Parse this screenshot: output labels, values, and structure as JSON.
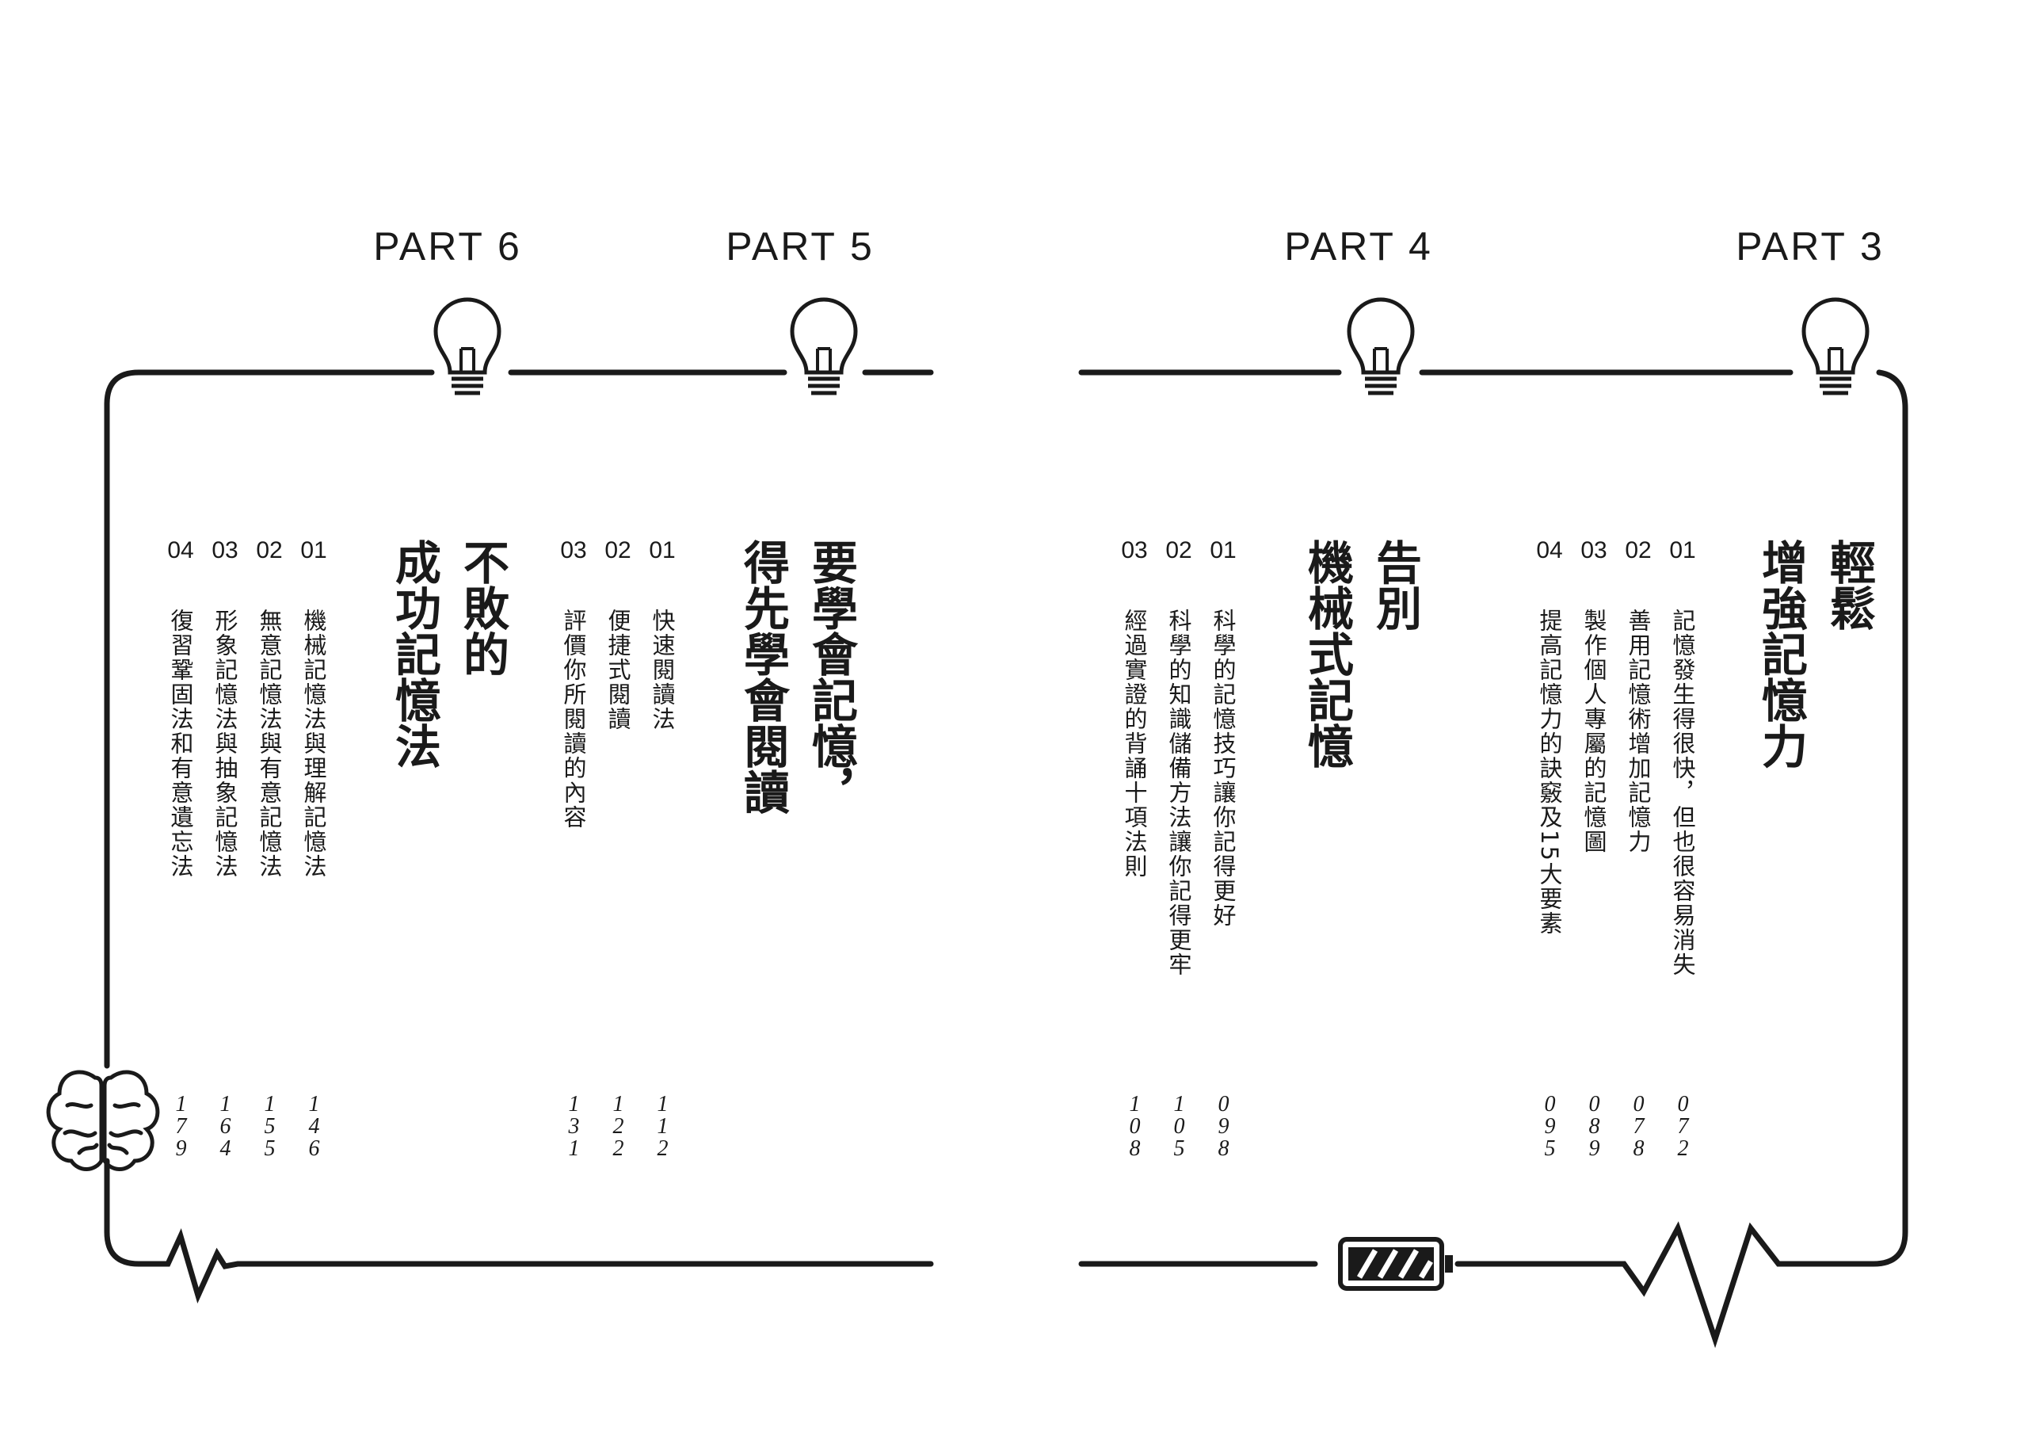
{
  "parts": [
    {
      "label": "PART 3",
      "title": "輕鬆\n增強記憶力",
      "chapters": [
        {
          "num": "01",
          "title": "記憶發生得很快，但也很容易消失",
          "page": "072"
        },
        {
          "num": "02",
          "title": "善用記憶術增加記憶力",
          "page": "078"
        },
        {
          "num": "03",
          "title": "製作個人專屬的記憶圖",
          "page": "089"
        },
        {
          "num": "04",
          "title": "提高記憶力的訣竅及15大要素",
          "page": "095"
        }
      ]
    },
    {
      "label": "PART 4",
      "title": "告別\n機械式記憶",
      "chapters": [
        {
          "num": "01",
          "title": "科學的記憶技巧讓你記得更好",
          "page": "098"
        },
        {
          "num": "02",
          "title": "科學的知識儲備方法讓你記得更牢",
          "page": "105"
        },
        {
          "num": "03",
          "title": "經過實證的背誦十項法則",
          "page": "108"
        }
      ]
    },
    {
      "label": "PART 5",
      "title": "要學會記憶，\n得先學會閱讀",
      "chapters": [
        {
          "num": "01",
          "title": "快速閱讀法",
          "page": "112"
        },
        {
          "num": "02",
          "title": "便捷式閱讀",
          "page": "122"
        },
        {
          "num": "03",
          "title": "評價你所閱讀的內容",
          "page": "131"
        }
      ]
    },
    {
      "label": "PART 6",
      "title": "不敗的\n成功記憶法",
      "chapters": [
        {
          "num": "01",
          "title": "機械記憶法與理解記憶法",
          "page": "146"
        },
        {
          "num": "02",
          "title": "無意記憶法與有意記憶法",
          "page": "155"
        },
        {
          "num": "03",
          "title": "形象記憶法與抽象記憶法",
          "page": "164"
        },
        {
          "num": "04",
          "title": "復習鞏固法和有意遺忘法",
          "page": "179"
        }
      ]
    }
  ],
  "icons": {
    "bulb": "lightbulb-icon",
    "brain": "brain-icon",
    "battery": "battery-icon",
    "pulse": "heartbeat-line-icon"
  },
  "colors": {
    "ink": "#1a1a1a",
    "background": "#ffffff"
  }
}
